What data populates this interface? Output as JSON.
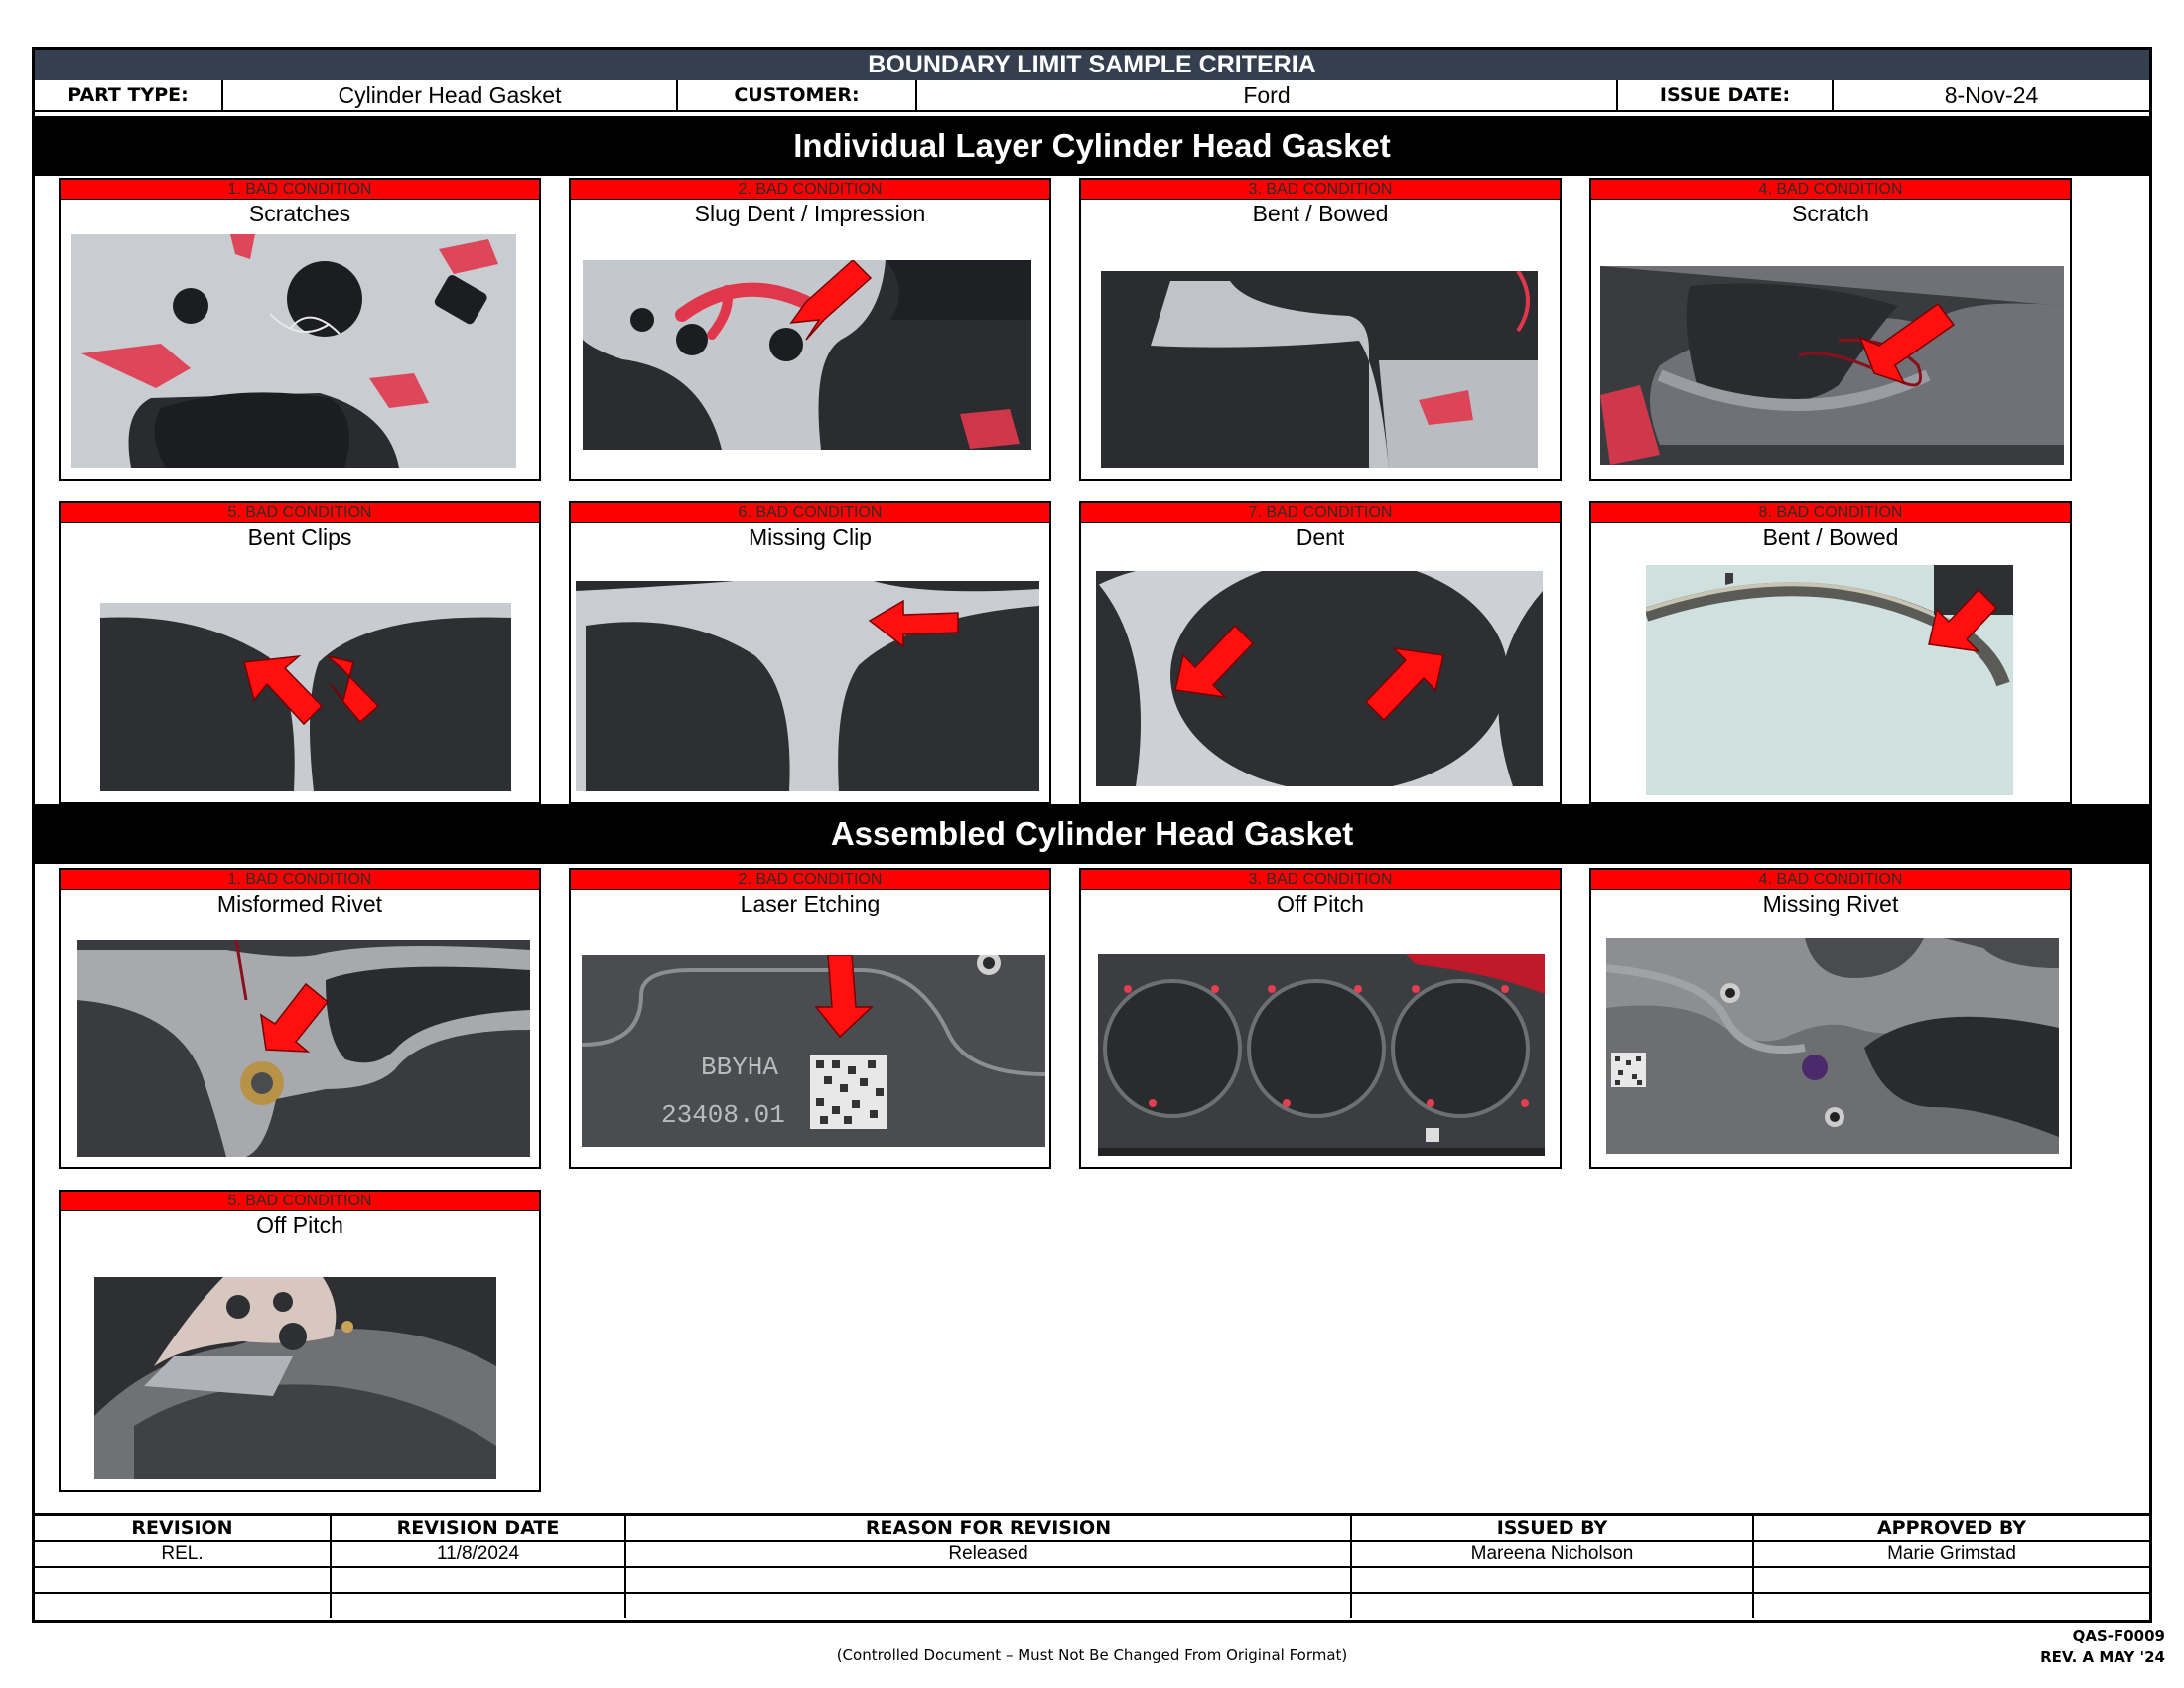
{
  "header": {
    "title": "BOUNDARY LIMIT SAMPLE  CRITERIA",
    "part_type_label": "PART TYPE:",
    "part_type_value": "Cylinder Head Gasket",
    "customer_label": "CUSTOMER:",
    "customer_value": "Ford",
    "issue_date_label": "ISSUE DATE:",
    "issue_date_value": "8-Nov-24"
  },
  "individual": {
    "title": "Individual Layer Cylinder Head Gasket",
    "cards": [
      {
        "bar": "1. BAD CONDITION",
        "name": "Scratches"
      },
      {
        "bar": "2. BAD CONDITION",
        "name": "Slug Dent / Impression"
      },
      {
        "bar": "3. BAD CONDITION",
        "name": "Bent / Bowed"
      },
      {
        "bar": "4. BAD CONDITION",
        "name": "Scratch"
      },
      {
        "bar": "5. BAD CONDITION",
        "name": "Bent Clips"
      },
      {
        "bar": "6. BAD CONDITION",
        "name": "Missing Clip"
      },
      {
        "bar": "7. BAD CONDITION",
        "name": "Dent"
      },
      {
        "bar": "8. BAD CONDITION",
        "name": "Bent / Bowed"
      }
    ]
  },
  "assembled": {
    "title": "Assembled Cylinder Head Gasket",
    "cards": [
      {
        "bar": "1. BAD CONDITION",
        "name": "Misformed Rivet"
      },
      {
        "bar": "2. BAD CONDITION",
        "name": "Laser Etching"
      },
      {
        "bar": "3. BAD CONDITION",
        "name": "Off Pitch"
      },
      {
        "bar": "4. BAD CONDITION",
        "name": "Missing Rivet"
      },
      {
        "bar": "5. BAD CONDITION",
        "name": "Off Pitch"
      }
    ]
  },
  "photo_text": {
    "etch_line1": "BBYHA",
    "etch_line2": "23408.01"
  },
  "revision_table": {
    "headers": [
      "REVISION",
      "REVISION DATE",
      "REASON FOR REVISION",
      "ISSUED BY",
      "APPROVED BY"
    ],
    "rows": [
      [
        "REL.",
        "11/8/2024",
        "Released",
        "Mareena Nicholson",
        "Marie Grimstad"
      ],
      [
        "",
        "",
        "",
        "",
        ""
      ],
      [
        "",
        "",
        "",
        "",
        ""
      ]
    ]
  },
  "footer": {
    "note": "(Controlled Document – Must Not Be Changed From Original Format)",
    "doc_number": "QAS-F0009",
    "revision": "REV. A MAY '24"
  },
  "colors": {
    "title_bar": "#343f50",
    "section_bar": "#000000",
    "condition_bar": "#ff0000",
    "arrow": "#ff0000"
  }
}
